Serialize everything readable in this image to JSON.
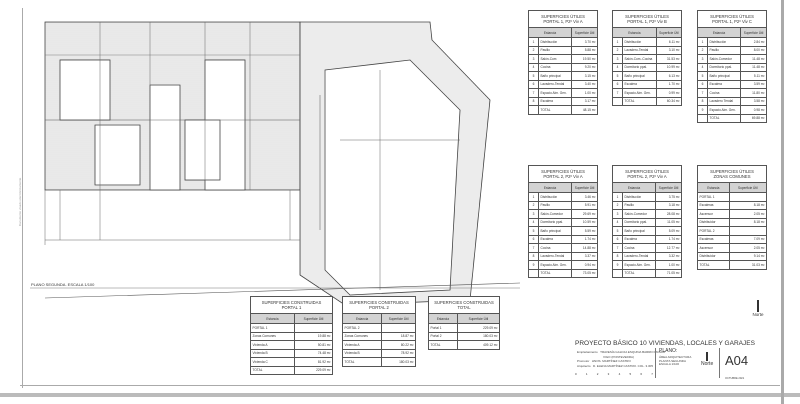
{
  "plan": {
    "label": "PLANO SEGUNDA. ESCALA 1/100",
    "side_note": "Documento visado electrónicamente"
  },
  "tables_utiles": [
    {
      "title1": "SUPERFICIES ÚTILES",
      "title2": "PORTAL 1, P2º Viv A",
      "col1": "Estancia",
      "col2": "Superficie Útil",
      "rows": [
        [
          "1",
          "Distribución",
          "3.70 m²"
        ],
        [
          "2",
          "Pasillo",
          "5.88 m²"
        ],
        [
          "3",
          "Salón-Com",
          "19.50 m²"
        ],
        [
          "4",
          "Cocina",
          "9.20 m²"
        ],
        [
          "5",
          "Baño principal",
          "3.15 m²"
        ],
        [
          "6",
          "Lavadero-Tendal",
          "3.40 m²"
        ],
        [
          "7",
          "Espacio Alm. Gen.",
          "1.00 m²"
        ],
        [
          "8",
          "Escalera",
          "3.17 m²"
        ]
      ],
      "total": [
        "",
        "TOTAL",
        "48.15 m²"
      ]
    },
    {
      "title1": "SUPERFICIES ÚTILES",
      "title2": "PORTAL 1, P2º Viv B",
      "col1": "Estancia",
      "col2": "Superficie Útil",
      "rows": [
        [
          "1",
          "Distribución",
          "6.11 m²"
        ],
        [
          "2",
          "Lavadero-Tendal",
          "3.10 m²"
        ],
        [
          "3",
          "Salón-Com.-Cocina",
          "31.53 m²"
        ],
        [
          "4",
          "Dormitorio ppal.",
          "10.99 m²"
        ],
        [
          "5",
          "Baño principal",
          "6.13 m²"
        ],
        [
          "6",
          "Escalera",
          "1.70 m²"
        ],
        [
          "7",
          "Espacio Alm. Gen.",
          "0.99 m²"
        ]
      ],
      "total": [
        "",
        "TOTAL",
        "60.34 m²"
      ]
    },
    {
      "title1": "SUPERFICIES ÚTILES",
      "title2": "PORTAL 1, P2º Viv C",
      "col1": "Estancia",
      "col2": "Superficie Útil",
      "rows": [
        [
          "1",
          "Distribución",
          "2.84 m²"
        ],
        [
          "2",
          "Pasillo",
          "8.00 m²"
        ],
        [
          "3",
          "Salón-Comedor",
          "11.48 m²"
        ],
        [
          "4",
          "Dormitorio ppal.",
          "11.48 m²"
        ],
        [
          "5",
          "Baño principal",
          "5.11 m²"
        ],
        [
          "6",
          "Escalera",
          "3.59 m²"
        ],
        [
          "7",
          "Cocina",
          "11.80 m²"
        ],
        [
          "8",
          "Lavadero Tendal",
          "3.58 m²"
        ],
        [
          "9",
          "Espacio Alm. Gen.",
          "0.98 m²"
        ]
      ],
      "total": [
        "",
        "TOTAL",
        "69.88 m²"
      ]
    },
    {
      "title1": "SUPERFICIES ÚTILES",
      "title2": "PORTAL 2, P2º Viv A",
      "col1": "Estancia",
      "col2": "Superficie Útil",
      "rows": [
        [
          "1",
          "Distribución",
          "3.46 m²"
        ],
        [
          "2",
          "Pasillo",
          "5.91 m²"
        ],
        [
          "3",
          "Salón-Comedor",
          "29.69 m²"
        ],
        [
          "4",
          "Dormitorio ppal.",
          "10.59 m²"
        ],
        [
          "5",
          "Baño principal",
          "5.59 m²"
        ],
        [
          "6",
          "Escalera",
          "1.74 m²"
        ],
        [
          "7",
          "Cocina",
          "14.88 m²"
        ],
        [
          "8",
          "Lavadero-Tendal",
          "3.37 m²"
        ],
        [
          "9",
          "Espacio Alm. Gen.",
          "0.94 m²"
        ]
      ],
      "total": [
        "",
        "TOTAL",
        "73.05 m²"
      ]
    },
    {
      "title1": "SUPERFICIES ÚTILES",
      "title2": "PORTAL 2, P2º Viv A",
      "col1": "Estancia",
      "col2": "Superficie Útil",
      "rows": [
        [
          "1",
          "Distribución",
          "3.75 m²"
        ],
        [
          "2",
          "Pasillo",
          "3.18 m²"
        ],
        [
          "3",
          "Salón-Comedor",
          "28.08 m²"
        ],
        [
          "4",
          "Dormitorio ppal.",
          "11.05 m²"
        ],
        [
          "5",
          "Baño principal",
          "5.09 m²"
        ],
        [
          "6",
          "Escalera",
          "1.74 m²"
        ],
        [
          "7",
          "Cocina",
          "12.77 m²"
        ],
        [
          "8",
          "Lavadero-Tendal",
          "3.32 m²"
        ],
        [
          "9",
          "Espacio Alm. Gen.",
          "1.00 m²"
        ]
      ],
      "total": [
        "",
        "TOTAL",
        "71.05 m²"
      ]
    }
  ],
  "table_comunes": {
    "title1": "SUPERFICIES ÚTILES",
    "title2": "ZONAS COMUNES",
    "col1": "Estancia",
    "col2": "Superficie Útil",
    "rows": [
      [
        "PORTAL 1",
        ""
      ],
      [
        "Escaleras",
        "8.18 m²"
      ],
      [
        "Ascensor",
        "2.05 m²"
      ],
      [
        "Distribuidor",
        "8.18 m²"
      ],
      [
        "PORTAL 2",
        ""
      ],
      [
        "Escaleras",
        "7.09 m²"
      ],
      [
        "Ascensor",
        "2.05 m²"
      ],
      [
        "Distribuidor",
        "9.14 m²"
      ]
    ],
    "total": [
      "TOTAL",
      "31.03 m²"
    ]
  },
  "tables_construidas": [
    {
      "title1": "SUPERFICIES CONSTRUIDAS",
      "title2": "PORTAL 1",
      "col1": "Estancia",
      "col2": "Superficie Útil",
      "rows": [
        [
          "PORTAL 1",
          ""
        ],
        [
          "Zonas Comunes",
          "19.88 m²"
        ],
        [
          "Vivienda A",
          "50.81 m²"
        ],
        [
          "Vivienda B",
          "74.48 m²"
        ],
        [
          "Vivienda C",
          "81.92 m²"
        ]
      ],
      "total": [
        "TOTAL",
        "229.09 m²"
      ]
    },
    {
      "title1": "SUPERFICIES CONSTRUIDAS",
      "title2": "PORTAL 2",
      "col1": "Estancia",
      "col2": "Superficie Útil",
      "rows": [
        [
          "PORTAL 2",
          ""
        ],
        [
          "Zonas Comunes",
          "18.87 m²"
        ],
        [
          "Vivienda A",
          "80.22 m²"
        ],
        [
          "Vivienda B",
          "78.92 m²"
        ]
      ],
      "total": [
        "TOTAL",
        "180.03 m²"
      ]
    },
    {
      "title1": "SUPERFICIES CONSTRUIDAS",
      "title2": "TOTAL",
      "col1": "Estancia",
      "col2": "Superficie Útil",
      "rows": [
        [
          "Portal 1",
          "229.09 m²"
        ],
        [
          "Portal 2",
          "180.03 m²"
        ]
      ],
      "total": [
        "TOTAL",
        "409.12 m²"
      ]
    }
  ],
  "north_label": "Norte",
  "titleblock": {
    "project": "PROYECTO BÁSICO 10 VIVIENDAS, LOCALES Y GARAJES",
    "emplazamiento_label": "Emplazamiento",
    "emplazamiento": "TRAVESÍA GALICIA ESQUINA BARRIO PRADO",
    "emplazamiento2": "VIGO (PONTEVEDRA)",
    "promotor_label": "Promotor",
    "promotor": "HNOS. MARTÍNEZ CASTRO",
    "arquitecto_label": "Arquitecto",
    "arquitecto": "D. ELENA MARTÍNEZ CASTRO. COL. 3.305",
    "plano_label": "PLANO:",
    "plano1": "ÁREA ARQUITECTURA",
    "plano2": "PLANTA SEGUNDA",
    "plano3": "ESCALA 1/100",
    "sheet": "A04",
    "date": "OCTUBRE 2021",
    "scale_ticks": [
      "0",
      "1",
      "2",
      "3",
      "4",
      "5",
      "6",
      "7"
    ]
  },
  "colors": {
    "line": "#555555",
    "header_fill": "#d3d3d3",
    "hatch": "#bfbfbf",
    "border": "#aaaaaa"
  }
}
